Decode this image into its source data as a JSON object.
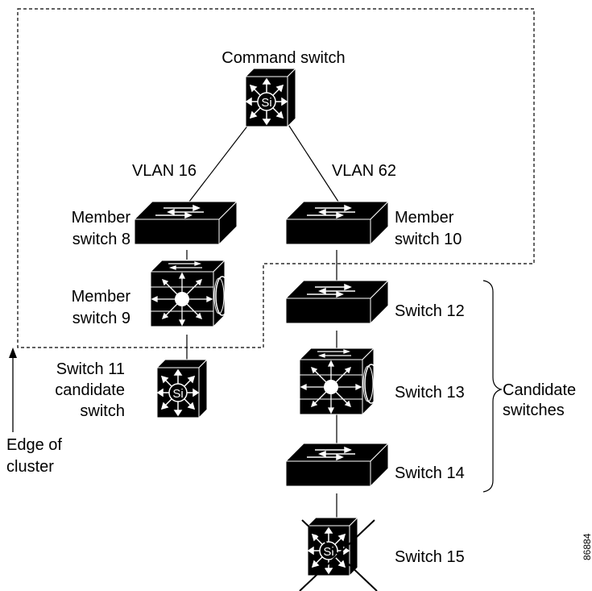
{
  "labels": {
    "command_switch": "Command switch",
    "vlan_left": "VLAN 16",
    "vlan_right": "VLAN 62",
    "member8_line1": "Member",
    "member8_line2": "switch 8",
    "member10_line1": "Member",
    "member10_line2": "switch 10",
    "member9_line1": "Member",
    "member9_line2": "switch 9",
    "switch11_line1": "Switch 11",
    "switch11_line2": "candidate",
    "switch11_line3": "switch",
    "switch12": "Switch 12",
    "switch13": "Switch 13",
    "switch14": "Switch 14",
    "switch15": "Switch 15",
    "candidate_line1": "Candidate",
    "candidate_line2": "switches",
    "edge_line1": "Edge of",
    "edge_line2": "cluster",
    "figure_id": "86884"
  },
  "icons": {
    "command_switch": "multilayer-switch-icon",
    "member8": "workgroup-switch-icon",
    "member10": "workgroup-switch-icon",
    "member9": "layer3-chassis-switch-icon",
    "switch11": "multilayer-switch-icon",
    "switch12": "workgroup-switch-icon",
    "switch13": "layer3-chassis-switch-icon",
    "switch14": "workgroup-switch-icon",
    "switch15": "multilayer-switch-crossed-icon"
  },
  "colors": {
    "device": "#000000",
    "background": "#ffffff"
  }
}
